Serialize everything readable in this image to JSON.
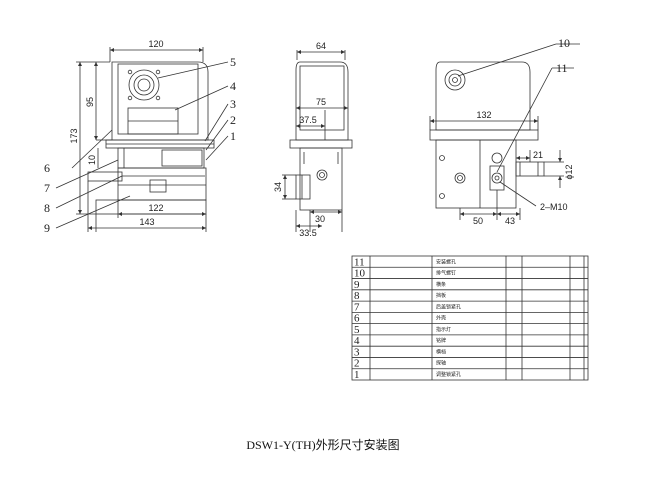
{
  "caption": "DSW1-Y(TH)外形尺寸安装图",
  "front_view": {
    "dim_width_top": "120",
    "dim_height_overall": "173",
    "dim_height_upper": "95",
    "dim_height_small": "10",
    "dim_width_inner": "122",
    "dim_width_base": "143",
    "callouts": [
      "5",
      "4",
      "3",
      "2",
      "1",
      "6",
      "7",
      "8",
      "9"
    ]
  },
  "side_view": {
    "dim_top": "64",
    "dim_mid": "75",
    "dim_offset": "37.5",
    "dim_height": "34",
    "dim_bottom": "30",
    "dim_bottom_offset": "33.5"
  },
  "right_view": {
    "dim_span": "132",
    "dim_21": "21",
    "dim_dia": "ϕ12",
    "dim_50": "50",
    "dim_43": "43",
    "dim_thread": "2–M10",
    "callouts": [
      "10",
      "11"
    ]
  },
  "parts_table": {
    "rows": [
      {
        "num": "11",
        "name": "安装螺孔"
      },
      {
        "num": "10",
        "name": "排气螺钉"
      },
      {
        "num": "9",
        "name": "横条"
      },
      {
        "num": "8",
        "name": "挡板"
      },
      {
        "num": "7",
        "name": "后盖锁紧孔"
      },
      {
        "num": "6",
        "name": "外壳"
      },
      {
        "num": "5",
        "name": "指示灯"
      },
      {
        "num": "4",
        "name": "铭牌"
      },
      {
        "num": "3",
        "name": "横档"
      },
      {
        "num": "2",
        "name": "探轴"
      },
      {
        "num": "1",
        "name": "调整锁紧孔"
      }
    ]
  }
}
